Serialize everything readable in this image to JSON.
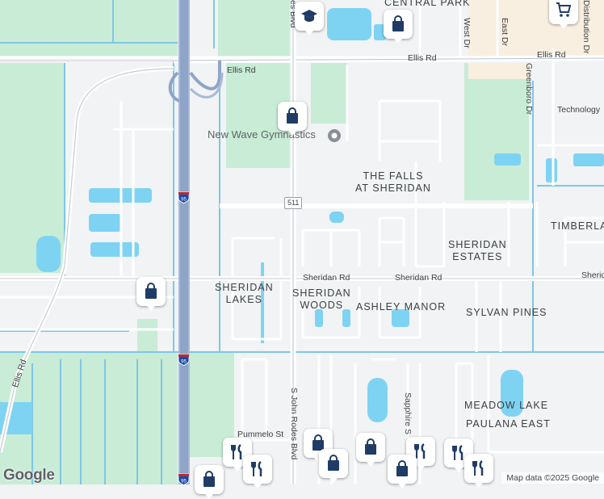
{
  "map": {
    "attribution": "Map data ©2025 Google",
    "logo": "Google",
    "colors": {
      "water": "#7fd3f2",
      "park": "#c8ecd5",
      "road": "#ffffff",
      "highway": "#8ea4c8",
      "canal": "#7fc6e6",
      "land": "#f1f3f4"
    }
  },
  "roads": {
    "ellis_rd_1": "Ellis Rd",
    "ellis_rd_2": "Ellis Rd",
    "ellis_rd_3": "Ellis Rd",
    "ellis_rd_sw": "Ellis Rd",
    "sheridan_rd_1": "Sheridan Rd",
    "sheridan_rd_2": "Sheridan Rd",
    "sheridan_rd_3": "Sherid",
    "john_rodes_top": "es Blvd",
    "john_rodes": "S John Rodes Blvd",
    "west_dr": "West Dr",
    "east_dr": "East Dr",
    "greenboro_dr": "Greenboro Dr",
    "distribution_dr": "Distribution Dr",
    "technology": "Technology",
    "sapphire": "Sapphire S",
    "pummelo": "Pummelo St",
    "route_511": "511",
    "i95": "95"
  },
  "areas": {
    "central_park": "CENTRAL PARK",
    "the_falls": "THE FALLS\nAT SHERIDAN",
    "timberlake": "TIMBERLA",
    "sheridan_estates": "SHERIDAN\nESTATES",
    "sheridan_lakes": "SHERIDAN\nLAKES",
    "sheridan_woods": "SHERIDAN\nWOODS",
    "ashley_manor": "ASHLEY MANOR",
    "sylvan_pines": "SYLVAN PINES",
    "meadow_lake": "MEADOW LAKE",
    "paulana_east": "PAULANA EAST"
  },
  "pois": {
    "new_wave": "New Wave Gymnastics"
  },
  "markers": [
    {
      "type": "school-icon"
    },
    {
      "type": "shopping-bag-icon"
    },
    {
      "type": "shopping-cart-icon"
    },
    {
      "type": "shopping-bag-icon"
    },
    {
      "type": "shopping-bag-icon"
    },
    {
      "type": "restaurant-icon"
    },
    {
      "type": "shopping-bag-icon"
    },
    {
      "type": "shopping-bag-icon"
    },
    {
      "type": "restaurant-icon"
    },
    {
      "type": "restaurant-icon"
    },
    {
      "type": "shopping-bag-icon"
    },
    {
      "type": "restaurant-icon"
    },
    {
      "type": "shopping-bag-icon"
    },
    {
      "type": "restaurant-icon"
    },
    {
      "type": "shopping-bag-icon"
    }
  ]
}
